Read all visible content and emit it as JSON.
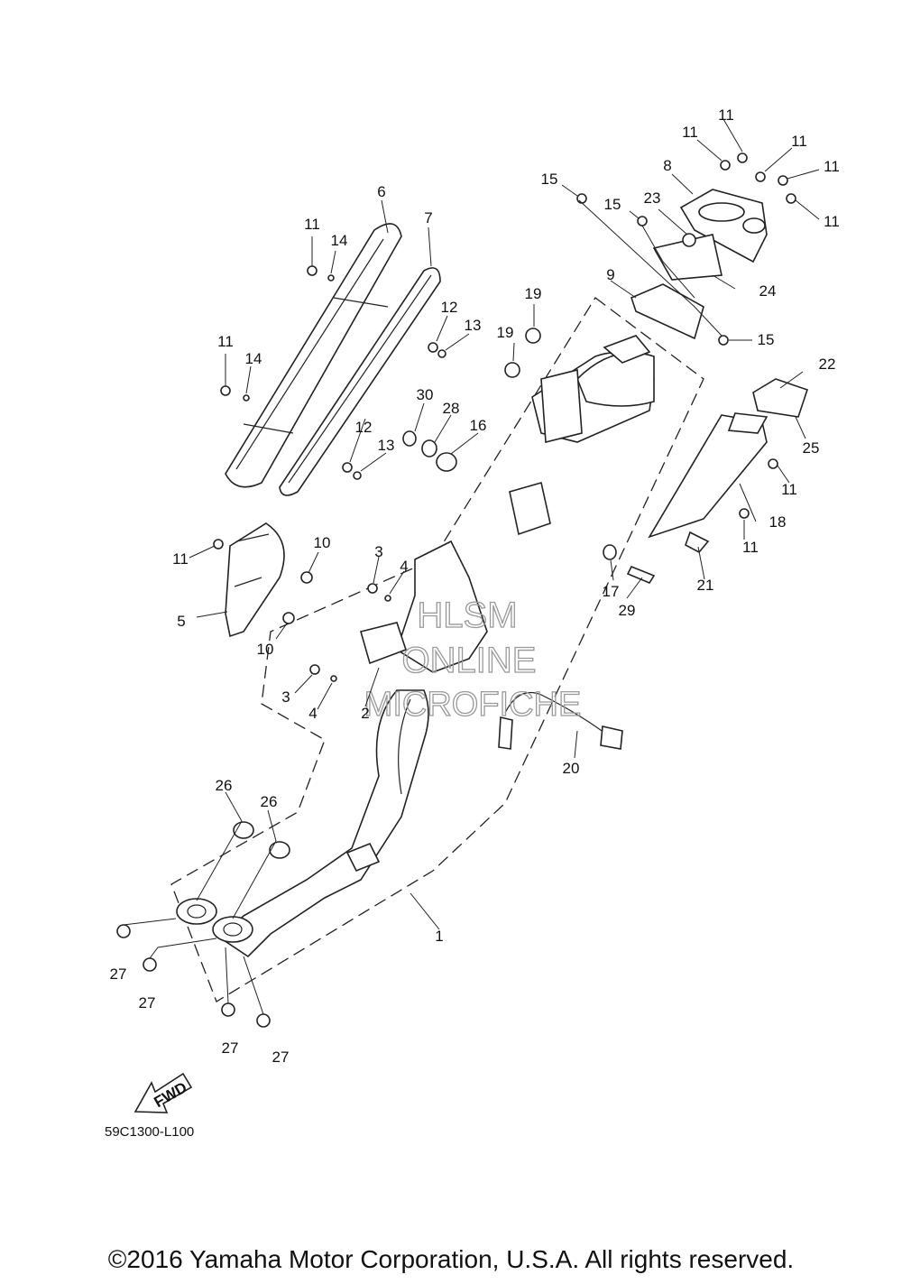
{
  "diagram_code": "59C1300-L100",
  "fwd_label": "FWD",
  "watermark": {
    "line1": "HLSM",
    "line2": "ONLINE",
    "line3": "MICROFICHE"
  },
  "copyright": "©2016 Yamaha Motor Corporation, U.S.A. All rights reserved.",
  "callouts": [
    "1",
    "2",
    "3",
    "3",
    "4",
    "4",
    "5",
    "6",
    "7",
    "8",
    "9",
    "10",
    "10",
    "11",
    "11",
    "11",
    "11",
    "11",
    "11",
    "11",
    "11",
    "11",
    "11",
    "12",
    "12",
    "13",
    "13",
    "14",
    "14",
    "15",
    "15",
    "15",
    "16",
    "17",
    "18",
    "19",
    "19",
    "20",
    "21",
    "22",
    "23",
    "24",
    "25",
    "26",
    "26",
    "27",
    "27",
    "27",
    "27",
    "28",
    "29",
    "30"
  ]
}
